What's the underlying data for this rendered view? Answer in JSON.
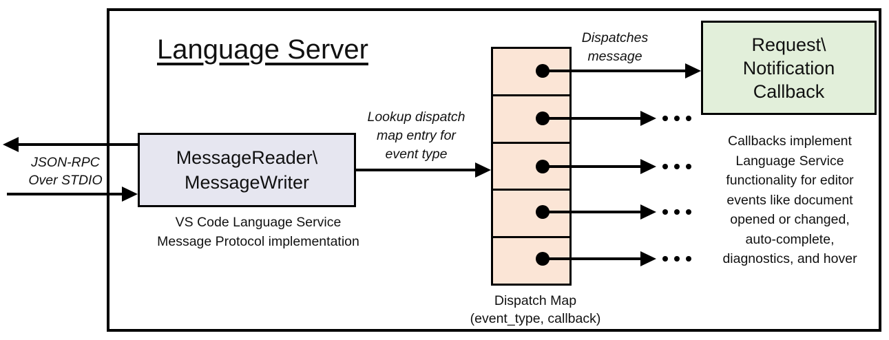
{
  "title": "Language Server",
  "colors": {
    "outer_border": "#000000",
    "reader_box_fill": "#E6E6F0",
    "dispatch_map_fill": "#FBE5D6",
    "callback_box_fill": "#E2EFDA",
    "arrow": "#000000"
  },
  "reader": {
    "line1": "MessageReader\\",
    "line2": "MessageWriter",
    "caption_line1": "VS Code Language Service",
    "caption_line2": "Message Protocol implementation"
  },
  "stdio_label": {
    "line1": "JSON-RPC",
    "line2": "Over STDIO"
  },
  "lookup_label": {
    "line1": "Lookup dispatch",
    "line2": "map entry for",
    "line3": "event type"
  },
  "dispatches_label": {
    "line1": "Dispatches",
    "line2": "message"
  },
  "dispatch_map": {
    "cell_count": 5,
    "caption_line1": "Dispatch Map",
    "caption_line2": "(event_type, callback)"
  },
  "callback_box": {
    "line1": "Request\\",
    "line2": "Notification",
    "line3": "Callback"
  },
  "callbacks_note": {
    "line1": "Callbacks implement",
    "line2": "Language Service",
    "line3": "functionality for editor",
    "line4": "events like document",
    "line5": "opened or changed,",
    "line6": "auto-complete,",
    "line7": "diagnostics, and hover"
  }
}
